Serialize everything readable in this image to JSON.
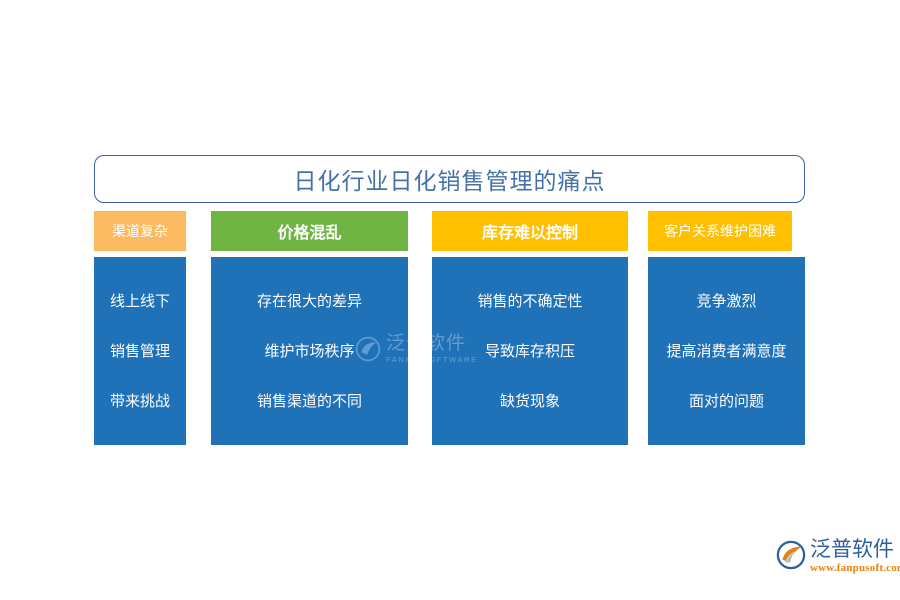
{
  "title": {
    "text": "日化行业日化销售管理的痛点",
    "border_color": "#3E5FA3",
    "text_color": "#4472A8"
  },
  "columns": [
    {
      "id": "col1",
      "header": "渠道复杂",
      "header_color": "#FBBA5F",
      "header_bold": false,
      "body_color": "#1F72B8",
      "lines": [
        "线上线下",
        "销售管理",
        "带来挑战"
      ]
    },
    {
      "id": "col2",
      "header": "价格混乱",
      "header_color": "#70B443",
      "header_bold": true,
      "body_color": "#1F72B8",
      "lines": [
        "存在很大的差异",
        "维护市场秩序",
        "销售渠道的不同"
      ]
    },
    {
      "id": "col3",
      "header": "库存难以控制",
      "header_color": "#FFC000",
      "header_bold": true,
      "body_color": "#1F72B8",
      "lines": [
        "销售的不确定性",
        "导致库存积压",
        "缺货现象"
      ]
    },
    {
      "id": "col4",
      "header": "客户关系维护困难",
      "header_color": "#FFC000",
      "header_bold": false,
      "body_color": "#1F72B8",
      "lines": [
        "竞争激烈",
        "提高消费者满意度",
        "面对的问题"
      ]
    }
  ],
  "watermark": {
    "cn": "泛普软件",
    "en": "FANPU SOFTWARE"
  },
  "logo": {
    "cn": "泛普软件",
    "url": "www.fanpusoft.com",
    "cn_color": "#2E5F9E",
    "url_color": "#E8820C"
  }
}
